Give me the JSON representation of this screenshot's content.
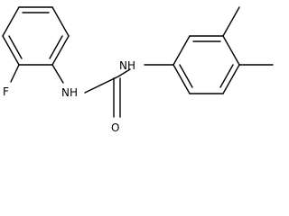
{
  "molecule": {
    "atoms": {
      "fluorine": "F",
      "amide_nh_left": "NH",
      "amide_nh_right": "NH",
      "carbonyl_oxygen": "O"
    }
  }
}
